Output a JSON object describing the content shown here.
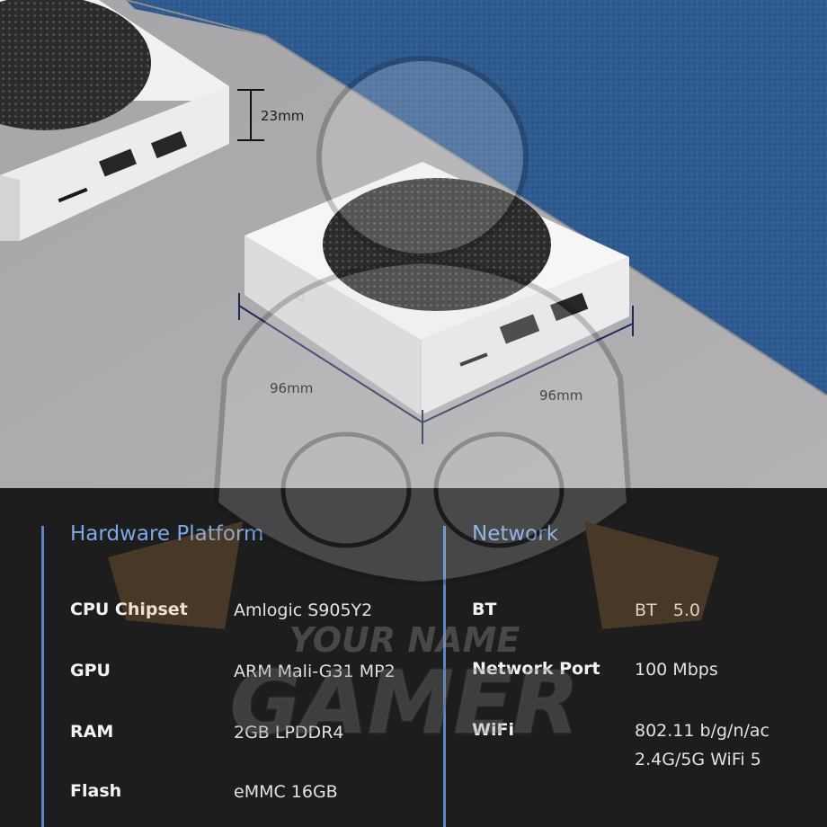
{
  "dimensions": {
    "height": "23mm",
    "width_left": "96mm",
    "width_right": "96mm"
  },
  "watermark": {
    "line1": "YOUR NAME",
    "line2": "GAMER"
  },
  "hardware": {
    "title": "Hardware Platform",
    "rows": [
      {
        "label": "CPU Chipset",
        "value": "Amlogic S905Y2"
      },
      {
        "label": "GPU",
        "value": "ARM Mali-G31 MP2"
      },
      {
        "label": "RAM",
        "value": "2GB LPDDR4"
      },
      {
        "label": "Flash",
        "value": "eMMC 16GB"
      }
    ]
  },
  "network": {
    "title": "Network",
    "rows": [
      {
        "label": "BT",
        "value": "BT   5.0"
      },
      {
        "label": "Network Port",
        "value": "100 Mbps"
      },
      {
        "label": "WiFi",
        "value": "802.11 b/g/n/ac\n2.4G/5G WiFi 5"
      }
    ]
  },
  "colors": {
    "accent": "#7da8e6",
    "panel": "#1d1d1e",
    "floor": "#a9a9ab",
    "fabric": "#2f5a8f"
  }
}
